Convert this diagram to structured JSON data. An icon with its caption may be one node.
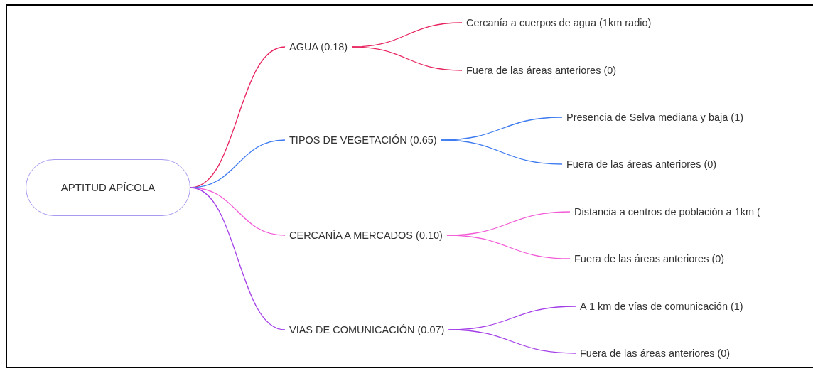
{
  "diagram": {
    "nodes": [
      {
        "text": [
          "APTITUD APÍCOLA"
        ]
      },
      {
        "text": [
          "AGUA (0.18)"
        ]
      },
      {
        "text": [
          "Cercanía a cuerpos de agua (1km radio)"
        ]
      },
      {
        "text": [
          "Fuera de las áreas anteriores (0)"
        ]
      },
      {
        "text": [
          "TIPOS DE VEGETACIÓN (0.65)"
        ]
      },
      {
        "text": [
          "Presencia de Selva mediana y baja (1)"
        ]
      },
      {
        "text": [
          "Fuera de las áreas anteriores (0)"
        ]
      },
      {
        "text": [
          "CERCANÍA A MERCADOS (0.10)"
        ]
      },
      {
        "text": [
          "Distancia a centros de población a 1km ("
        ]
      },
      {
        "text": [
          "Fuera de las áreas anteriores (0)"
        ]
      },
      {
        "text": [
          "VIAS DE COMUNICACIÓN (0.07)"
        ]
      },
      {
        "text": [
          "A 1 km de vías de comunicación (1)"
        ]
      },
      {
        "text": [
          "Fuera de las áreas anteriores (0)"
        ]
      }
    ],
    "edges": [
      {
        "from": 0,
        "to": 1,
        "arrow": "none",
        "color": "#e8245f"
      },
      {
        "from": 1,
        "to": 2,
        "arrow": "none",
        "color": "#e8245f"
      },
      {
        "from": 1,
        "to": 3,
        "arrow": "none",
        "color": "#e8245f"
      },
      {
        "from": 0,
        "to": 4,
        "arrow": "none",
        "color": "#3d7bf0"
      },
      {
        "from": 4,
        "to": 5,
        "arrow": "none",
        "color": "#3d7bf0"
      },
      {
        "from": 4,
        "to": 6,
        "arrow": "none",
        "color": "#3d7bf0"
      },
      {
        "from": 0,
        "to": 7,
        "arrow": "none",
        "color": "#f25ad7"
      },
      {
        "from": 7,
        "to": 8,
        "arrow": "none",
        "color": "#f25ad7"
      },
      {
        "from": 7,
        "to": 9,
        "arrow": "none",
        "color": "#f25ad7"
      },
      {
        "from": 0,
        "to": 10,
        "arrow": "none",
        "color": "#a43ee8"
      },
      {
        "from": 10,
        "to": 11,
        "arrow": "none",
        "color": "#a43ee8"
      },
      {
        "from": 10,
        "to": 12,
        "arrow": "none",
        "color": "#a43ee8"
      }
    ]
  }
}
